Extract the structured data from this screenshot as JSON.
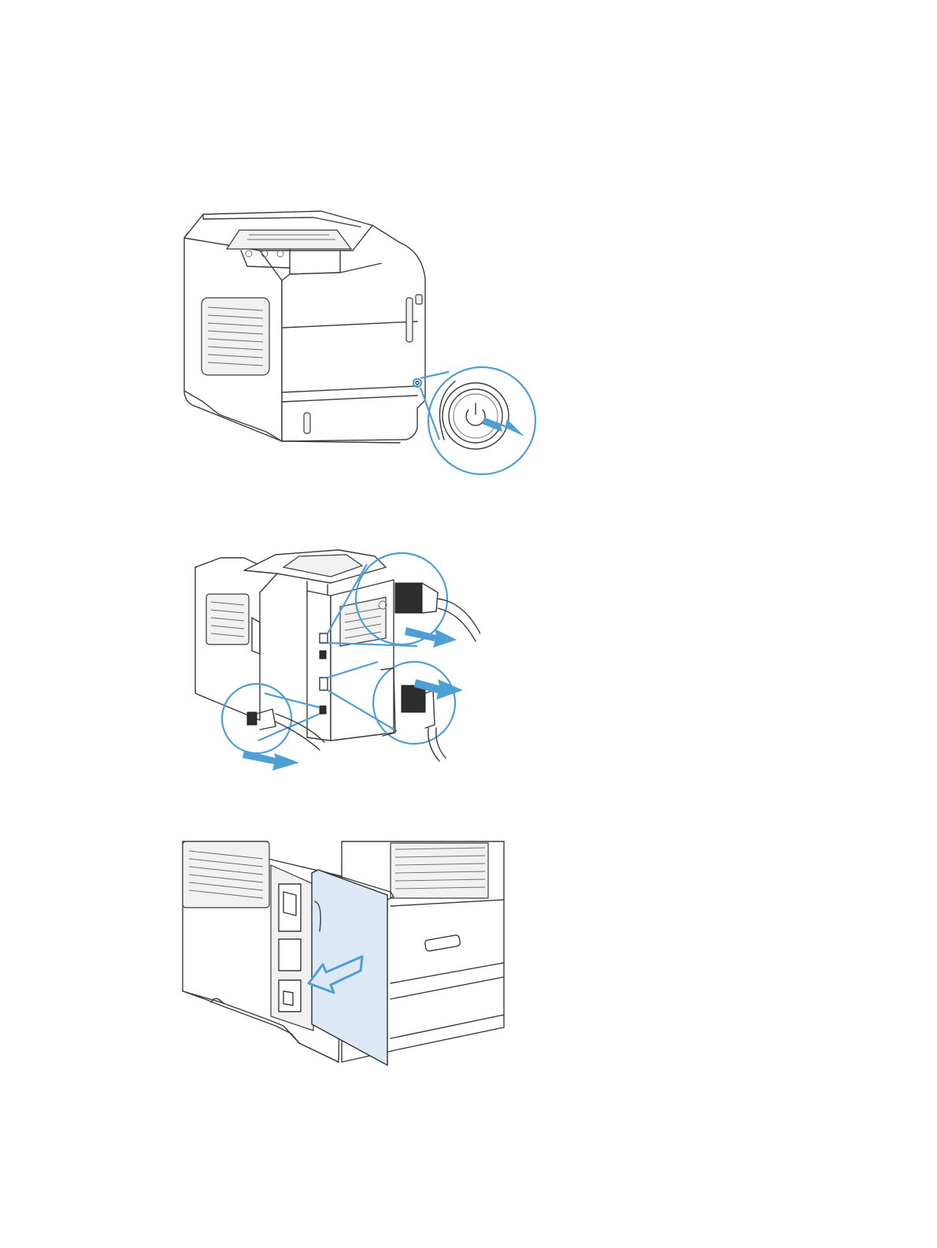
{
  "figures": [
    {
      "name": "printer-power-off",
      "icon": "power-button-icon"
    },
    {
      "name": "disconnect-cables",
      "icon": "cable-unplug-icon"
    },
    {
      "name": "remove-formatter-cover",
      "icon": "cover-remove-arrow-icon"
    }
  ],
  "colors": {
    "accent": "#4d9fd6",
    "panel": "#dde8f5",
    "line": "#3a3a3a",
    "background": "#ffffff"
  }
}
